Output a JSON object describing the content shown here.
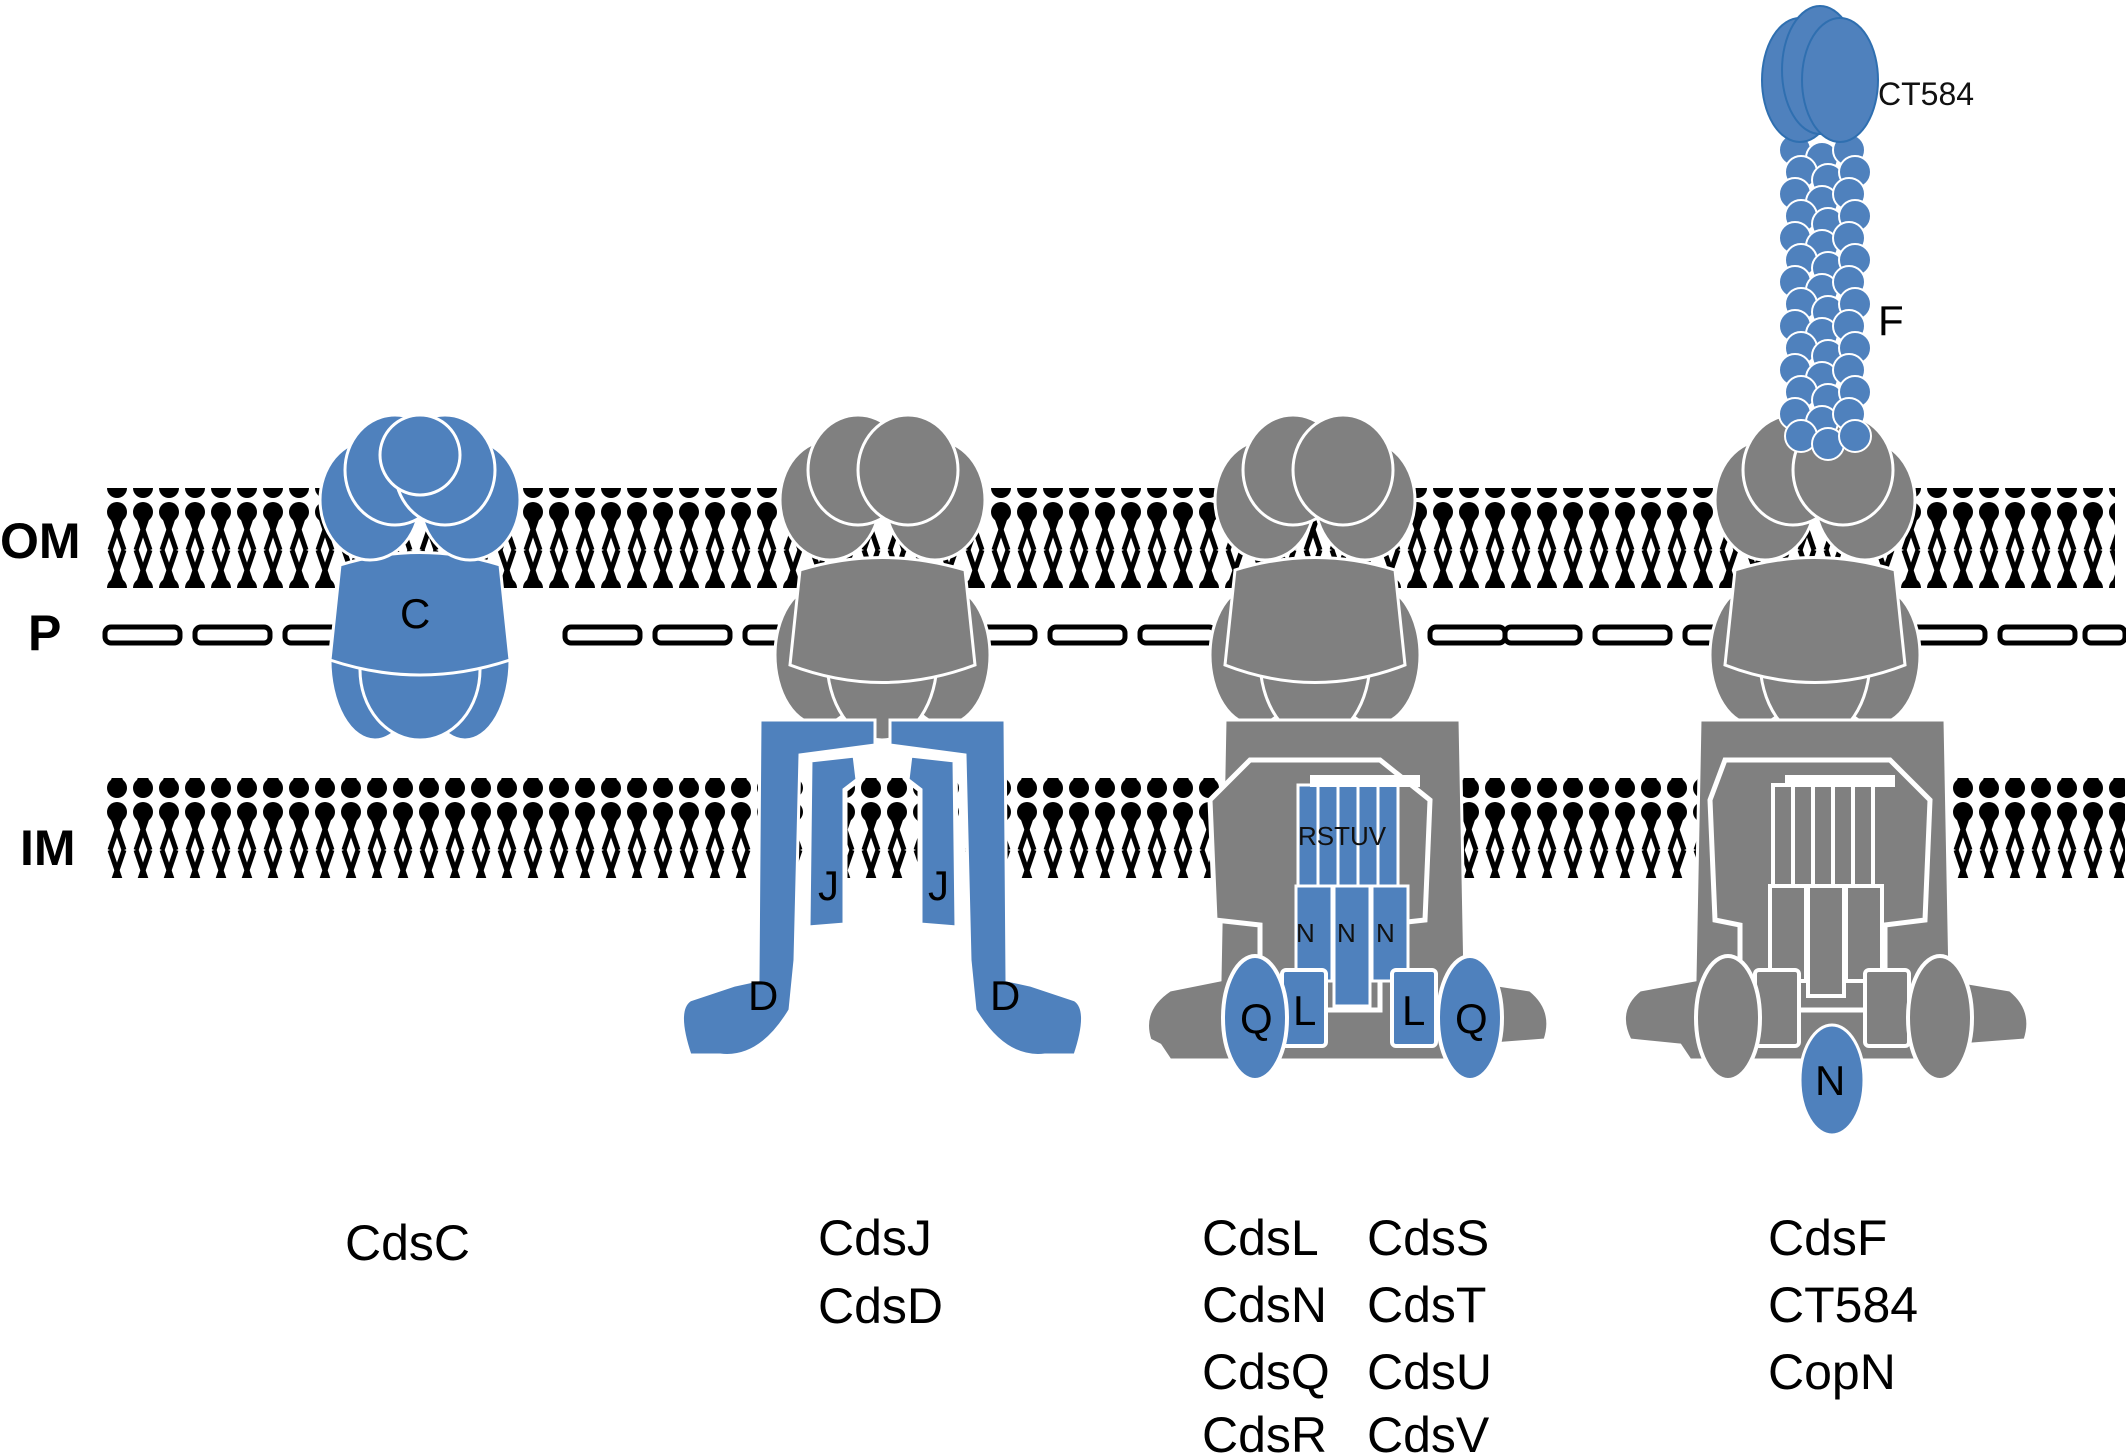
{
  "layers": {
    "outer_membrane": "OM",
    "periplasm": "P",
    "inner_membrane": "IM"
  },
  "colors": {
    "protein_highlight": "#4f81bd",
    "protein_base": "#808080",
    "membrane": "#000000",
    "outline": "#ffffff"
  },
  "complexes": [
    {
      "id": "secretin",
      "parts": {
        "c": "C"
      },
      "caption": [
        "CdsC"
      ]
    },
    {
      "id": "basal-body",
      "parts": {
        "j_left": "J",
        "j_right": "J",
        "d_left": "D",
        "d_right": "D"
      },
      "caption": [
        "CdsJ",
        "CdsD"
      ]
    },
    {
      "id": "export-apparatus",
      "parts": {
        "rstuv": "RSTUV",
        "n1": "N",
        "n2": "N",
        "n3": "N",
        "l_left": "L",
        "l_right": "L",
        "q_left": "Q",
        "q_right": "Q"
      },
      "caption_left": [
        "CdsL",
        "CdsN",
        "CdsQ",
        "CdsR"
      ],
      "caption_right": [
        "CdsS",
        "CdsT",
        "CdsU",
        "CdsV"
      ]
    },
    {
      "id": "needle-complex",
      "parts": {
        "tip": "CT584",
        "needle": "F",
        "n": "N"
      },
      "caption": [
        "CdsF",
        "CT584",
        "CopN"
      ]
    }
  ]
}
